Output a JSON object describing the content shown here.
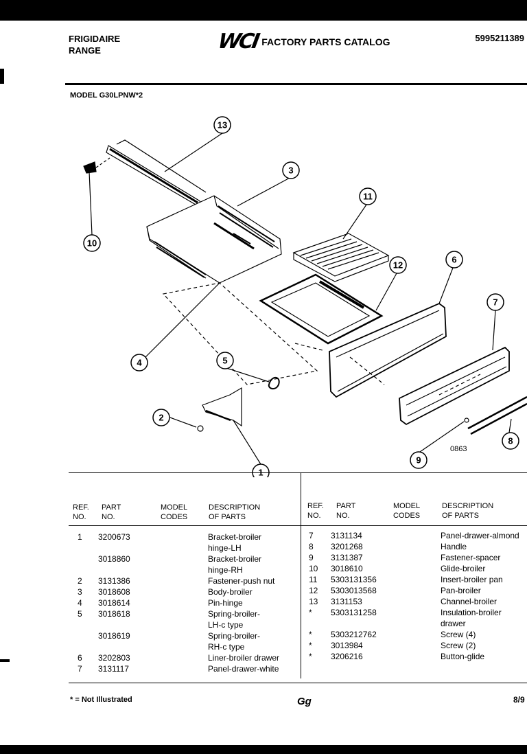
{
  "header": {
    "brand_line1": "FRIGIDAIRE",
    "brand_line2": "RANGE",
    "logo": "WCI",
    "catalog_title": "FACTORY PARTS CATALOG",
    "doc_number": "5995211389"
  },
  "model_label": "MODEL G30LPNW*2",
  "diagram": {
    "callouts": [
      "1",
      "2",
      "3",
      "4",
      "5",
      "6",
      "7",
      "8",
      "9",
      "10",
      "11",
      "12",
      "13"
    ],
    "code": "0863"
  },
  "parts_table": {
    "headers": {
      "ref": [
        "REF.",
        "NO."
      ],
      "part": [
        "PART",
        "NO."
      ],
      "model": [
        "MODEL",
        "CODES"
      ],
      "desc": [
        "DESCRIPTION",
        "OF PARTS"
      ]
    },
    "left_rows": [
      {
        "ref": "1",
        "part": "3200673",
        "desc": "Bracket-broiler"
      },
      {
        "ref": "",
        "part": "",
        "desc": "hinge-LH"
      },
      {
        "ref": "",
        "part": "3018860",
        "desc": "Bracket-broiler"
      },
      {
        "ref": "",
        "part": "",
        "desc": "hinge-RH"
      },
      {
        "ref": "2",
        "part": "3131386",
        "desc": "Fastener-push nut"
      },
      {
        "ref": "3",
        "part": "3018608",
        "desc": "Body-broiler"
      },
      {
        "ref": "4",
        "part": "3018614",
        "desc": "Pin-hinge"
      },
      {
        "ref": "5",
        "part": "3018618",
        "desc": "Spring-broiler-"
      },
      {
        "ref": "",
        "part": "",
        "desc": "LH-c type"
      },
      {
        "ref": "",
        "part": "3018619",
        "desc": "Spring-broiler-"
      },
      {
        "ref": "",
        "part": "",
        "desc": "RH-c type"
      },
      {
        "ref": "6",
        "part": "3202803",
        "desc": "Liner-broiler drawer"
      },
      {
        "ref": "7",
        "part": "3131117",
        "desc": "Panel-drawer-white"
      }
    ],
    "right_rows": [
      {
        "ref": "7",
        "part": "3131134",
        "desc": "Panel-drawer-almond"
      },
      {
        "ref": "8",
        "part": "3201268",
        "desc": "Handle"
      },
      {
        "ref": "9",
        "part": "3131387",
        "desc": "Fastener-spacer"
      },
      {
        "ref": "10",
        "part": "3018610",
        "desc": "Glide-broiler"
      },
      {
        "ref": "11",
        "part": "5303131356",
        "desc": "Insert-broiler pan"
      },
      {
        "ref": "12",
        "part": "5303013568",
        "desc": "Pan-broiler"
      },
      {
        "ref": "13",
        "part": "3131153",
        "desc": "Channel-broiler"
      },
      {
        "ref": "*",
        "part": "5303131258",
        "desc": "Insulation-broiler"
      },
      {
        "ref": "",
        "part": "",
        "desc": "drawer"
      },
      {
        "ref": "*",
        "part": "5303212762",
        "desc": "Screw (4)"
      },
      {
        "ref": "*",
        "part": "3013984",
        "desc": "Screw (2)"
      },
      {
        "ref": "*",
        "part": "3206216",
        "desc": "Button-glide"
      }
    ]
  },
  "footer": {
    "note": "* = Not Illustrated",
    "page": "Gg",
    "right": "8/9"
  }
}
